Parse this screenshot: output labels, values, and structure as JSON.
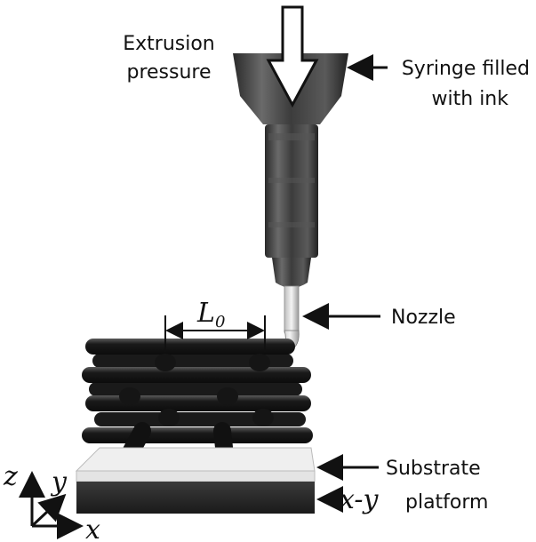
{
  "labels": {
    "extrusion_line1": "Extrusion",
    "extrusion_line2": "pressure",
    "syringe_line1": "Syringe filled",
    "syringe_line2": "with ink",
    "nozzle": "Nozzle",
    "spacing_symbol": "L",
    "spacing_subscript": "0",
    "substrate": "Substrate",
    "platform_math": "x-y",
    "platform_text": "platform"
  },
  "axes": {
    "z": "z",
    "y": "y",
    "x": "x"
  },
  "colors": {
    "rod": "#1c1c1c",
    "syringe": "#3a3a3a",
    "substrate": "#e8e8e8",
    "platform": "#2b2b2b",
    "line": "#111111"
  }
}
